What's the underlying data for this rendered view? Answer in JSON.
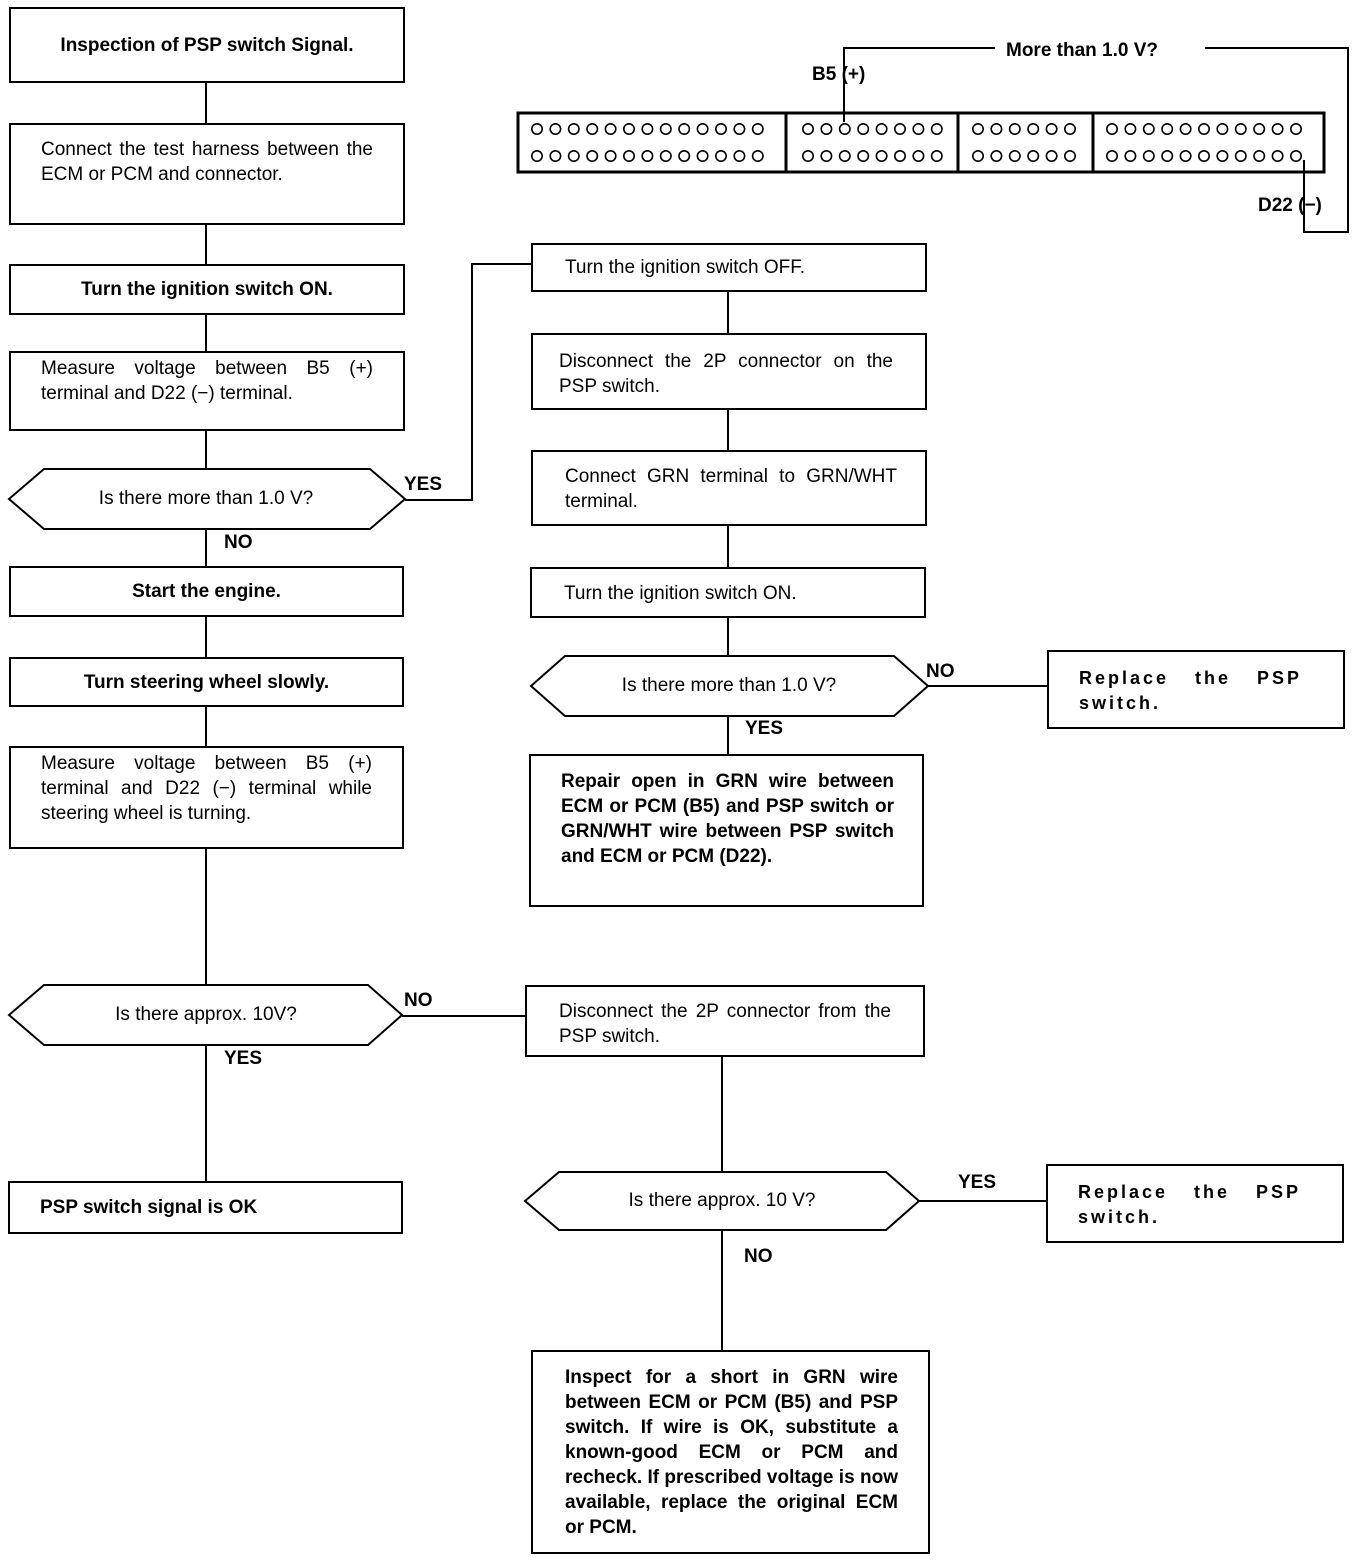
{
  "connector": {
    "top_label": "More than 1.0 V?",
    "pos_label": "B5 (+)",
    "neg_label": "D22 (−)"
  },
  "left": {
    "title": "Inspection of PSP switch Signal.",
    "step1": "Connect the test harness between the ECM or PCM and connector.",
    "step2": "Turn the ignition switch ON.",
    "step3": "Measure voltage between B5 (+) terminal and D22 (−) terminal.",
    "decision1": "Is there more than 1.0 V?",
    "decision1_yes": "YES",
    "decision1_no": "NO",
    "step4": "Start the engine.",
    "step5": "Turn steering wheel slowly.",
    "step6": "Measure voltage between B5 (+) terminal and D22 (−) terminal while steering wheel is turning.",
    "decision2": "Is there approx. 10V?",
    "decision2_no": "NO",
    "decision2_yes": "YES",
    "ok": "PSP switch signal is OK"
  },
  "right_upper": {
    "step1": "Turn the ignition switch OFF.",
    "step2": "Disconnect the 2P connector on the PSP switch.",
    "step3": "Connect GRN terminal to GRN/WHT terminal.",
    "step4": "Turn the ignition switch ON.",
    "decision": "Is there more than 1.0 V?",
    "no": "NO",
    "yes": "YES",
    "replace": "Replace the PSP switch.",
    "repair": "Repair open in GRN wire between ECM or PCM (B5) and PSP switch or GRN/WHT wire between PSP switch and ECM or PCM (D22)."
  },
  "right_lower": {
    "step1": "Disconnect the 2P connector from the PSP switch.",
    "decision": "Is there approx. 10 V?",
    "yes": "YES",
    "no": "NO",
    "replace": "Replace the PSP switch.",
    "inspect": "Inspect for a short in GRN wire between ECM or PCM (B5) and PSP switch. If wire is OK, substitute a known-good ECM or PCM and recheck. If prescribed voltage is now available, replace the original ECM or PCM."
  }
}
